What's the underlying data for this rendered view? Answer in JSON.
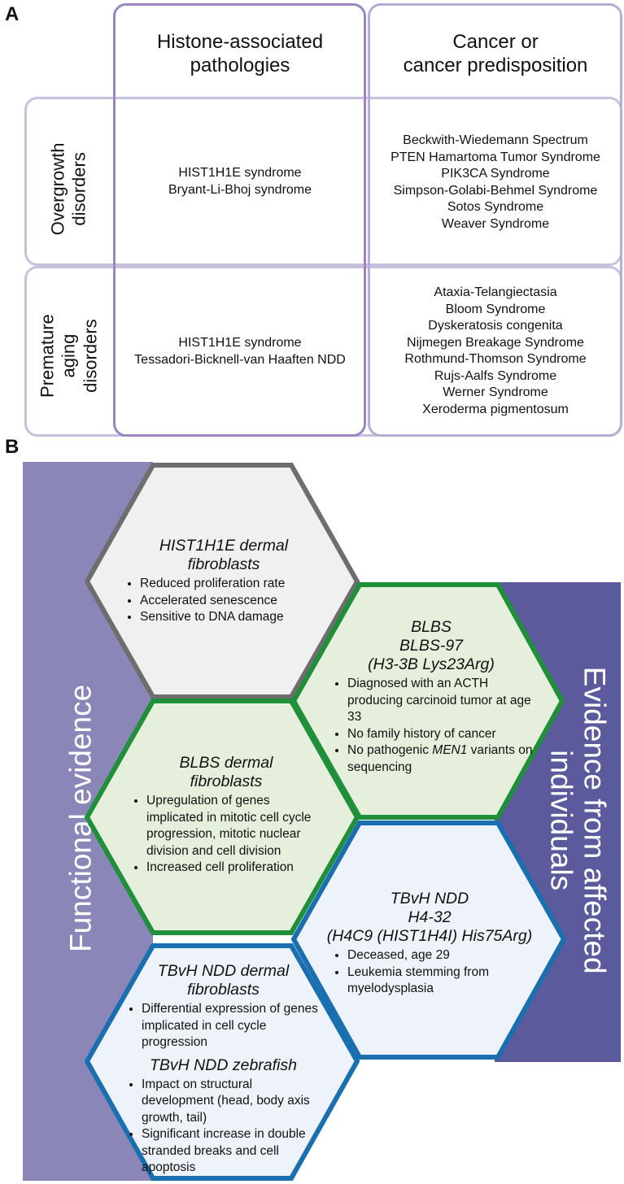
{
  "panel_a": {
    "letter": "A",
    "col_headers": [
      "Histone-associated\npathologies",
      "Cancer or\ncancer predisposition"
    ],
    "rows": [
      {
        "header": "Overgrowth\ndisorders",
        "histone": [
          "HIST1H1E syndrome",
          "Bryant-Li-Bhoj syndrome"
        ],
        "cancer": [
          "Beckwith-Wiedemann Spectrum",
          "PTEN Hamartoma Tumor Syndrome",
          "PIK3CA Syndrome",
          "Simpson-Golabi-Behmel Syndrome",
          "Sotos Syndrome",
          "Weaver Syndrome"
        ]
      },
      {
        "header": "Premature\naging\ndisorders",
        "histone": [
          "HIST1H1E syndrome",
          "Tessadori-Bicknell-van Haaften NDD"
        ],
        "cancer": [
          "Ataxia-Telangiectasia",
          "Bloom Syndrome",
          "Dyskeratosis congenita",
          "Nijmegen Breakage Syndrome",
          "Rothmund-Thomson Syndrome",
          "Rujs-Aalfs Syndrome",
          "Werner Syndrome",
          "Xeroderma pigmentosum"
        ]
      }
    ]
  },
  "panel_b": {
    "letter": "B",
    "left_band": "Functional evidence",
    "right_band": "Evidence from affected\nindividuals",
    "hex1": {
      "title": "HIST1H1E dermal\nfibroblasts",
      "bullets": [
        "Reduced proliferation rate",
        "Accelerated senescence",
        "Sensitive to DNA damage"
      ]
    },
    "hex2": {
      "title": "BLBS\nBLBS-97\n(H3-3B Lys23Arg)",
      "bullets": [
        "Diagnosed with an ACTH producing carcinoid tumor at age 33",
        "No family history of cancer"
      ],
      "last_bullet_pre": "No pathogenic ",
      "last_bullet_em": "MEN1",
      "last_bullet_post": " variants on sequencing"
    },
    "hex3": {
      "title": "BLBS dermal\nfibroblasts",
      "bullets": [
        "Upregulation of genes implicated in mitotic cell cycle progression, mitotic nuclear division and cell division",
        "Increased cell proliferation"
      ]
    },
    "hex4": {
      "title": "TBvH NDD\nH4-32\n(H4C9 (HIST1H4I) His75Arg)",
      "bullets": [
        "Deceased, age 29",
        "Leukemia stemming from myelodysplasia"
      ]
    },
    "hex5": {
      "title": "TBvH NDD dermal\nfibroblasts",
      "bullets": [
        "Differential expression of genes implicated in cell cycle progression"
      ],
      "title2": "TBvH NDD zebrafish",
      "bullets2": [
        "Impact on structural development (head, body axis growth, tail)",
        "Significant increase in double stranded breaks and cell apoptosis"
      ]
    }
  },
  "colors": {
    "purple_border": "#b9acd3",
    "purple_strong": "#8e73b5",
    "left_band": "#8b86b8",
    "right_band": "#5b5a9c",
    "gray_hex": "#6e6e6e",
    "green_hex": "#1f8f3a",
    "blue_hex": "#1a6fb0"
  }
}
